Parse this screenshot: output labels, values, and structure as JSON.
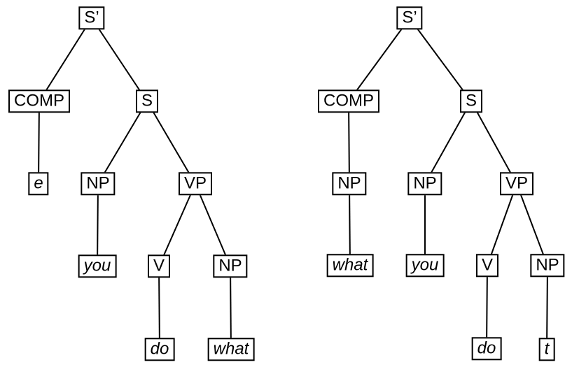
{
  "diagram": {
    "kind": "syntax-tree-pair",
    "background_color": "#ffffff",
    "node_border_color": "#000000",
    "edge_color": "#000000",
    "text_color": "#000000"
  },
  "trees": [
    {
      "name": "left-tree-before-movement",
      "nodes": [
        {
          "id": "sbar",
          "label": "S’",
          "category": "nonterminal"
        },
        {
          "id": "comp",
          "label": "COMP",
          "category": "nonterminal"
        },
        {
          "id": "s",
          "label": "S",
          "category": "nonterminal"
        },
        {
          "id": "e",
          "label": "e",
          "category": "terminal"
        },
        {
          "id": "np-subj",
          "label": "NP",
          "category": "nonterminal"
        },
        {
          "id": "vp",
          "label": "VP",
          "category": "nonterminal"
        },
        {
          "id": "you",
          "label": "you",
          "category": "terminal"
        },
        {
          "id": "v",
          "label": "V",
          "category": "nonterminal"
        },
        {
          "id": "np-obj",
          "label": "NP",
          "category": "nonterminal"
        },
        {
          "id": "do",
          "label": "do",
          "category": "terminal"
        },
        {
          "id": "what",
          "label": "what",
          "category": "terminal"
        }
      ],
      "edges": [
        [
          "S’",
          "COMP"
        ],
        [
          "S’",
          "S"
        ],
        [
          "COMP",
          "e"
        ],
        [
          "S",
          "NP"
        ],
        [
          "S",
          "VP"
        ],
        [
          "NP",
          "you"
        ],
        [
          "VP",
          "V"
        ],
        [
          "VP",
          "NP"
        ],
        [
          "V",
          "do"
        ],
        [
          "NP",
          "what"
        ]
      ]
    },
    {
      "name": "right-tree-after-movement",
      "nodes": [
        {
          "id": "sbar",
          "label": "S’",
          "category": "nonterminal"
        },
        {
          "id": "comp",
          "label": "COMP",
          "category": "nonterminal"
        },
        {
          "id": "s",
          "label": "S",
          "category": "nonterminal"
        },
        {
          "id": "np-comp",
          "label": "NP",
          "category": "nonterminal"
        },
        {
          "id": "np-subj",
          "label": "NP",
          "category": "nonterminal"
        },
        {
          "id": "vp",
          "label": "VP",
          "category": "nonterminal"
        },
        {
          "id": "what",
          "label": "what",
          "category": "terminal"
        },
        {
          "id": "you",
          "label": "you",
          "category": "terminal"
        },
        {
          "id": "v",
          "label": "V",
          "category": "nonterminal"
        },
        {
          "id": "np-obj",
          "label": "NP",
          "category": "nonterminal"
        },
        {
          "id": "do",
          "label": "do",
          "category": "terminal"
        },
        {
          "id": "t",
          "label": "t",
          "category": "terminal"
        }
      ],
      "edges": [
        [
          "S’",
          "COMP"
        ],
        [
          "S’",
          "S"
        ],
        [
          "COMP",
          "NP"
        ],
        [
          "S",
          "NP"
        ],
        [
          "S",
          "VP"
        ],
        [
          "NP-comp",
          "what"
        ],
        [
          "NP-subj",
          "you"
        ],
        [
          "VP",
          "V"
        ],
        [
          "VP",
          "NP"
        ],
        [
          "V",
          "do"
        ],
        [
          "NP-obj",
          "t"
        ]
      ]
    }
  ]
}
